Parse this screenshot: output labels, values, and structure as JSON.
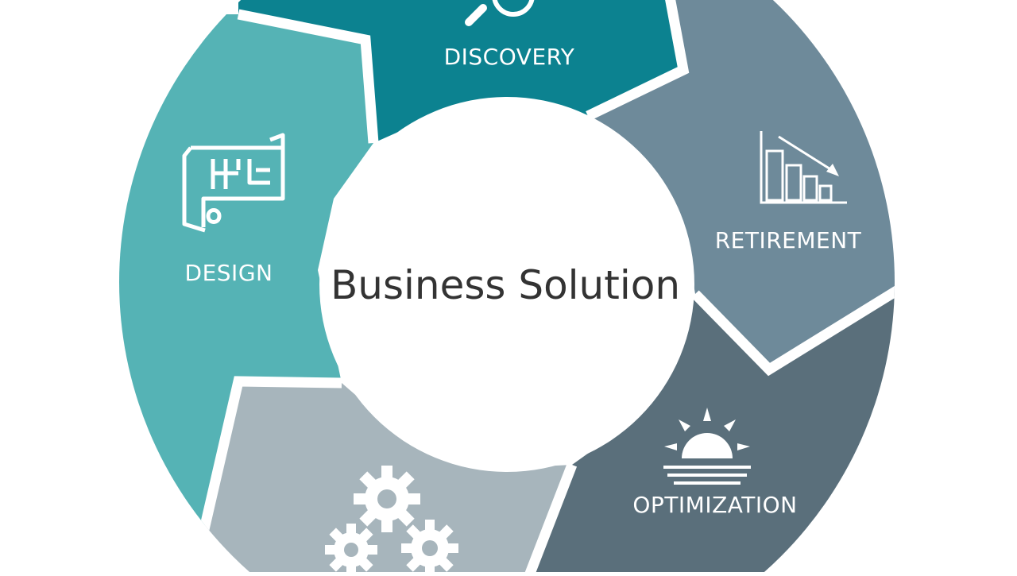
{
  "diagram": {
    "center_label": "Business Solution",
    "stages": [
      {
        "key": "discovery",
        "label": "DISCOVERY",
        "icon": "magnifier-icon",
        "color": "#0c8290"
      },
      {
        "key": "retirement",
        "label": "RETIREMENT",
        "icon": "declining-chart-icon",
        "color": "#6e8a9a"
      },
      {
        "key": "optimization",
        "label": "OPTIMIZATION",
        "icon": "sunrise-icon",
        "color": "#5a6f7b"
      },
      {
        "key": "development",
        "label": "",
        "icon": "gears-icon",
        "color": "#a7b5bc"
      },
      {
        "key": "design",
        "label": "DESIGN",
        "icon": "blueprint-icon",
        "color": "#55b3b5"
      }
    ]
  }
}
